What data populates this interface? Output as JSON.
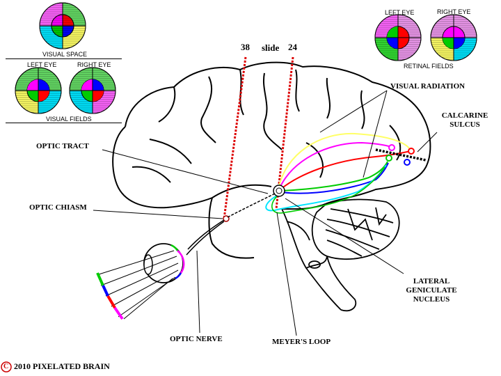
{
  "slide": {
    "left_number": "38",
    "word": "slide",
    "right_number": "24"
  },
  "visual_space": {
    "caption": "VISUAL SPACE"
  },
  "visual_fields": {
    "left_eye": "LEFT EYE",
    "right_eye": "RIGHT EYE",
    "caption": "VISUAL FIELDS"
  },
  "retinal_fields": {
    "left_eye": "LEFT EYE",
    "right_eye": "RIGHT EYE",
    "caption": "RETINAL FIELDS"
  },
  "labels": {
    "visual_radiation": "VISUAL RADIATION",
    "calcarine_line1": "CALCARINE",
    "calcarine_line2": "SULCUS",
    "optic_tract": "OPTIC TRACT",
    "optic_chiasm": "OPTIC CHIASM",
    "lgn_line1": "LATERAL",
    "lgn_line2": "GENICULATE",
    "lgn_line3": "NUCLEUS",
    "optic_nerve": "OPTIC NERVE",
    "meyers_loop": "MEYER'S LOOP"
  },
  "copyright": {
    "symbol": "C",
    "text": "2010  PIXELATED BRAIN"
  },
  "colors": {
    "yellow": "#ffff66",
    "magenta": "#ff00ff",
    "red": "#ff0000",
    "green": "#00cc00",
    "blue": "#0000ff",
    "cyan": "#00e5ff",
    "light_green": "#66cc66",
    "light_magenta": "#ee99ee",
    "dotted_red": "#dd0000"
  }
}
